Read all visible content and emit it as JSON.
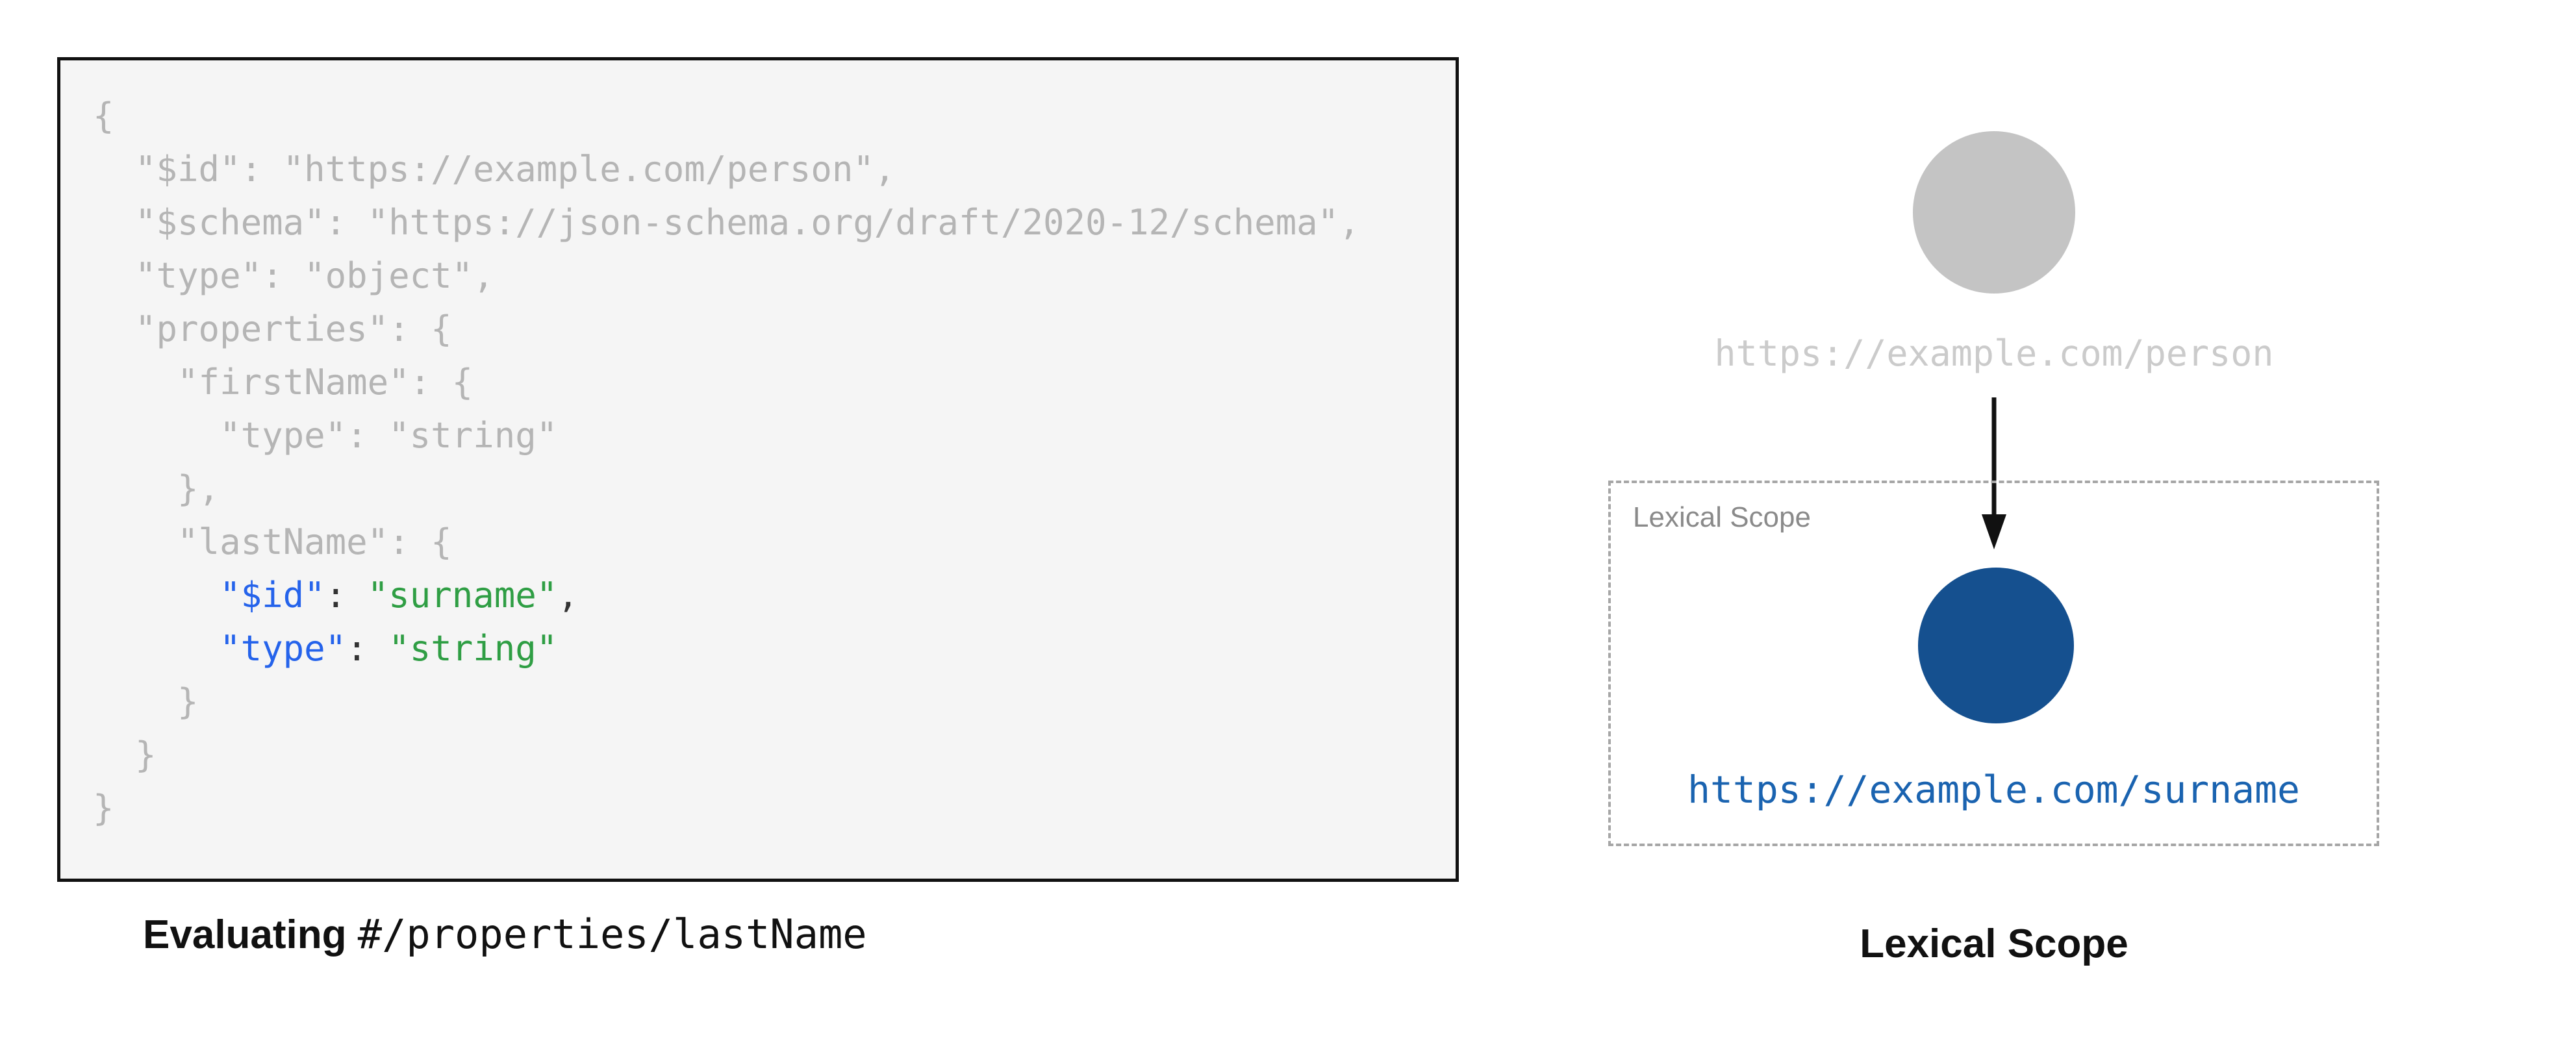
{
  "colors": {
    "panel_bg": "#f5f5f5",
    "panel_border": "#111111",
    "muted": "#b5b5b5",
    "key_blue": "#2563eb",
    "string_green": "#2f9e44",
    "plain": "#333333",
    "caption": "#111111",
    "gray_node": "#c4c4c4",
    "person_label": "#cbcbcb",
    "box_border": "#a6a6a6",
    "box_label": "#8a8a8a",
    "blue_node": "#15508f",
    "uri_blue": "#1a63b0",
    "arrow": "#111111"
  },
  "code_panel": {
    "lines": [
      [
        {
          "t": "{",
          "s": "muted"
        }
      ],
      [
        {
          "t": "  \"$id\": \"https://example.com/person\",",
          "s": "muted"
        }
      ],
      [
        {
          "t": "  \"$schema\": \"https://json-schema.org/draft/2020-12/schema\",",
          "s": "muted"
        }
      ],
      [
        {
          "t": "  \"type\": \"object\",",
          "s": "muted"
        }
      ],
      [
        {
          "t": "  \"properties\": {",
          "s": "muted"
        }
      ],
      [
        {
          "t": "    \"firstName\": {",
          "s": "muted"
        }
      ],
      [
        {
          "t": "      \"type\": \"string\"",
          "s": "muted"
        }
      ],
      [
        {
          "t": "    },",
          "s": "muted"
        }
      ],
      [
        {
          "t": "    \"lastName\": {",
          "s": "muted"
        }
      ],
      [
        {
          "t": "      ",
          "s": "muted"
        },
        {
          "t": "\"$id\"",
          "s": "key"
        },
        {
          "t": ": ",
          "s": "plain"
        },
        {
          "t": "\"surname\"",
          "s": "string"
        },
        {
          "t": ",",
          "s": "plain"
        }
      ],
      [
        {
          "t": "      ",
          "s": "muted"
        },
        {
          "t": "\"type\"",
          "s": "key"
        },
        {
          "t": ": ",
          "s": "plain"
        },
        {
          "t": "\"string\"",
          "s": "string"
        }
      ],
      [
        {
          "t": "    }",
          "s": "muted"
        }
      ],
      [
        {
          "t": "  }",
          "s": "muted"
        }
      ],
      [
        {
          "t": "}",
          "s": "muted"
        }
      ]
    ]
  },
  "left_caption": {
    "bold": "Evaluating ",
    "mono": "#/properties/lastName"
  },
  "right": {
    "person_uri": "https://example.com/person",
    "scope_box_label": "Lexical Scope",
    "surname_uri": "https://example.com/surname",
    "caption": "Lexical Scope"
  }
}
